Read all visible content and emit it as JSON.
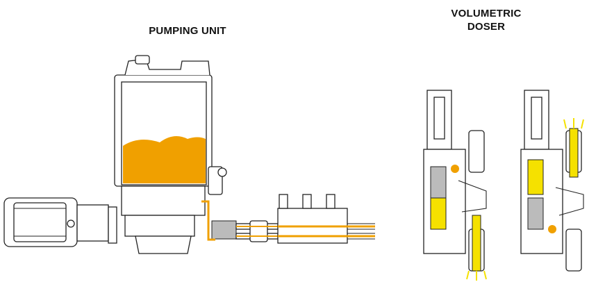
{
  "titles": {
    "pumping_unit": "PUMPING UNIT",
    "volumetric_doser_line1": "VOLUMETRIC",
    "volumetric_doser_line2": "DOSER"
  },
  "colors": {
    "grease": "#f0a000",
    "doser_fluid": "#f5e100",
    "outline": "#222222"
  }
}
